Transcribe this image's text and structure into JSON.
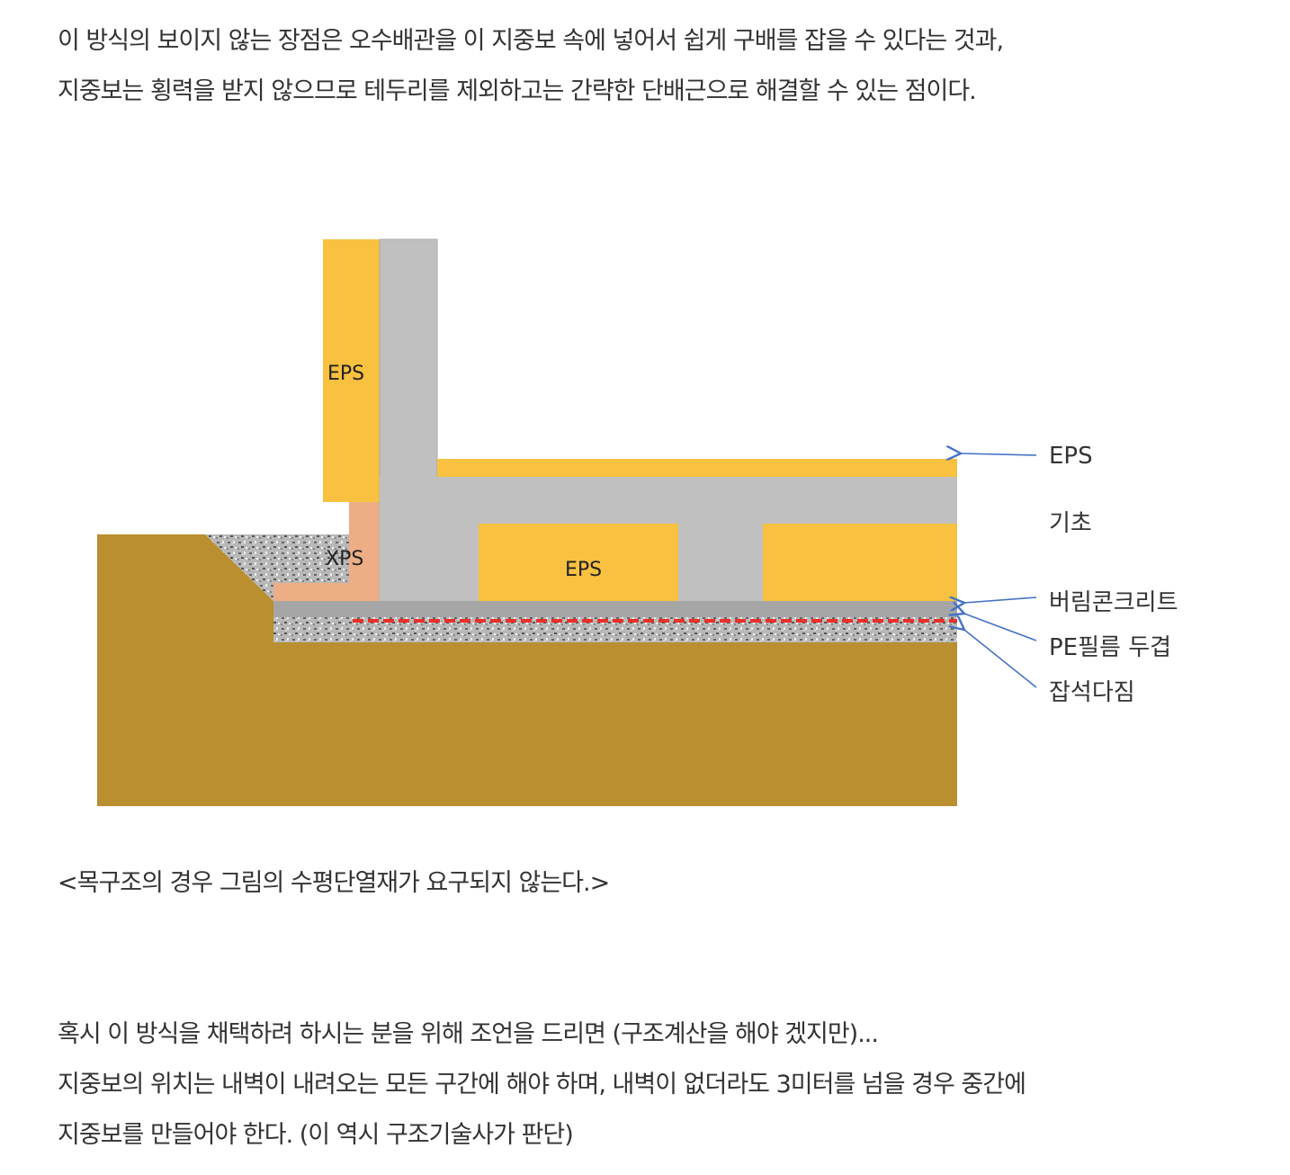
{
  "paragraph1": {
    "line1": "이 방식의 보이지 않는 장점은 오수배관을 이 지중보 속에 넣어서 쉽게 구배를 잡을 수 있다는 것과,",
    "line2": "지중보는 횡력을 받지 않으므로 테두리를 제외하고는 간략한 단배근으로 해결할 수 있는 점이다."
  },
  "diagram": {
    "inner_labels": {
      "eps_wall": "EPS",
      "xps": "XPS",
      "eps_under": "EPS"
    },
    "callouts": [
      "EPS",
      "기초",
      "버림콘크리트",
      "PE필름 두겹",
      "잡석다짐"
    ],
    "colors": {
      "soil": "#B98F2F",
      "eps": "#F9C140",
      "xps": "#EDAE86",
      "concrete": "#C0C0C0",
      "lean_concrete": "#A6A6A6",
      "pe_film": "#E8302A",
      "arrow": "#4472C4"
    }
  },
  "caption": "<목구조의 경우 그림의 수평단열재가 요구되지 않는다.>",
  "paragraph2": {
    "line1": "혹시 이 방식을 채택하려 하시는 분을 위해 조언을 드리면 (구조계산을 해야 겠지만)...",
    "line2": "지중보의 위치는 내벽이 내려오는 모든 구간에 해야 하며, 내벽이 없더라도 3미터를 넘을 경우 중간에",
    "line3": "지중보를 만들어야 한다. (이 역시 구조기술사가 판단)"
  }
}
